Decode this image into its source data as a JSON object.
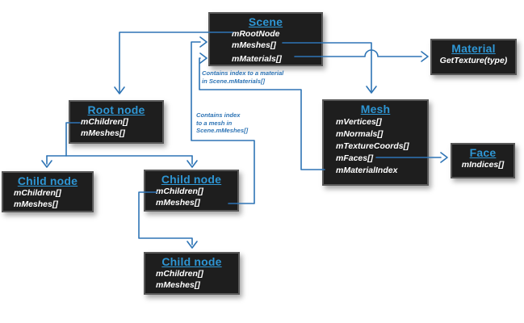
{
  "diagram": {
    "title_hidden": "",
    "nodes": {
      "scene": {
        "title": "Scene",
        "fields": [
          "mRootNode",
          "mMeshes[]",
          "mMaterials[]"
        ]
      },
      "root": {
        "title": "Root node",
        "fields": [
          "mChildren[]",
          "mMeshes[]"
        ]
      },
      "child_left": {
        "title": "Child node",
        "fields": [
          "mChildren[]",
          "mMeshes[]"
        ]
      },
      "child_mid": {
        "title": "Child node",
        "fields": [
          "mChildren[]",
          "mMeshes[]"
        ]
      },
      "child_bottom": {
        "title": "Child node",
        "fields": [
          "mChildren[]",
          "mMeshes[]"
        ]
      },
      "mesh": {
        "title": "Mesh",
        "fields": [
          "mVertices[]",
          "mNormals[]",
          "mTextureCoords[]",
          "mFaces[]",
          "mMaterialIndex"
        ]
      },
      "material": {
        "title": "Material",
        "fields": [
          "GetTexture(type)"
        ]
      },
      "face": {
        "title": "Face",
        "fields": [
          "mIndices[]"
        ]
      }
    },
    "annotations": {
      "material_index": {
        "lines": [
          "Contains index to a material",
          "in Scene.mMaterials[]"
        ]
      },
      "mesh_index": {
        "lines": [
          "Contains index",
          "to a mesh in",
          "Scene.mMeshes[]"
        ]
      }
    },
    "colors": {
      "node_background": "#1e1e1e",
      "node_border": "#585858",
      "title_blue": "#2e96d4",
      "field_text": "#ffffff",
      "connector_blue": "#2e74b5"
    }
  }
}
